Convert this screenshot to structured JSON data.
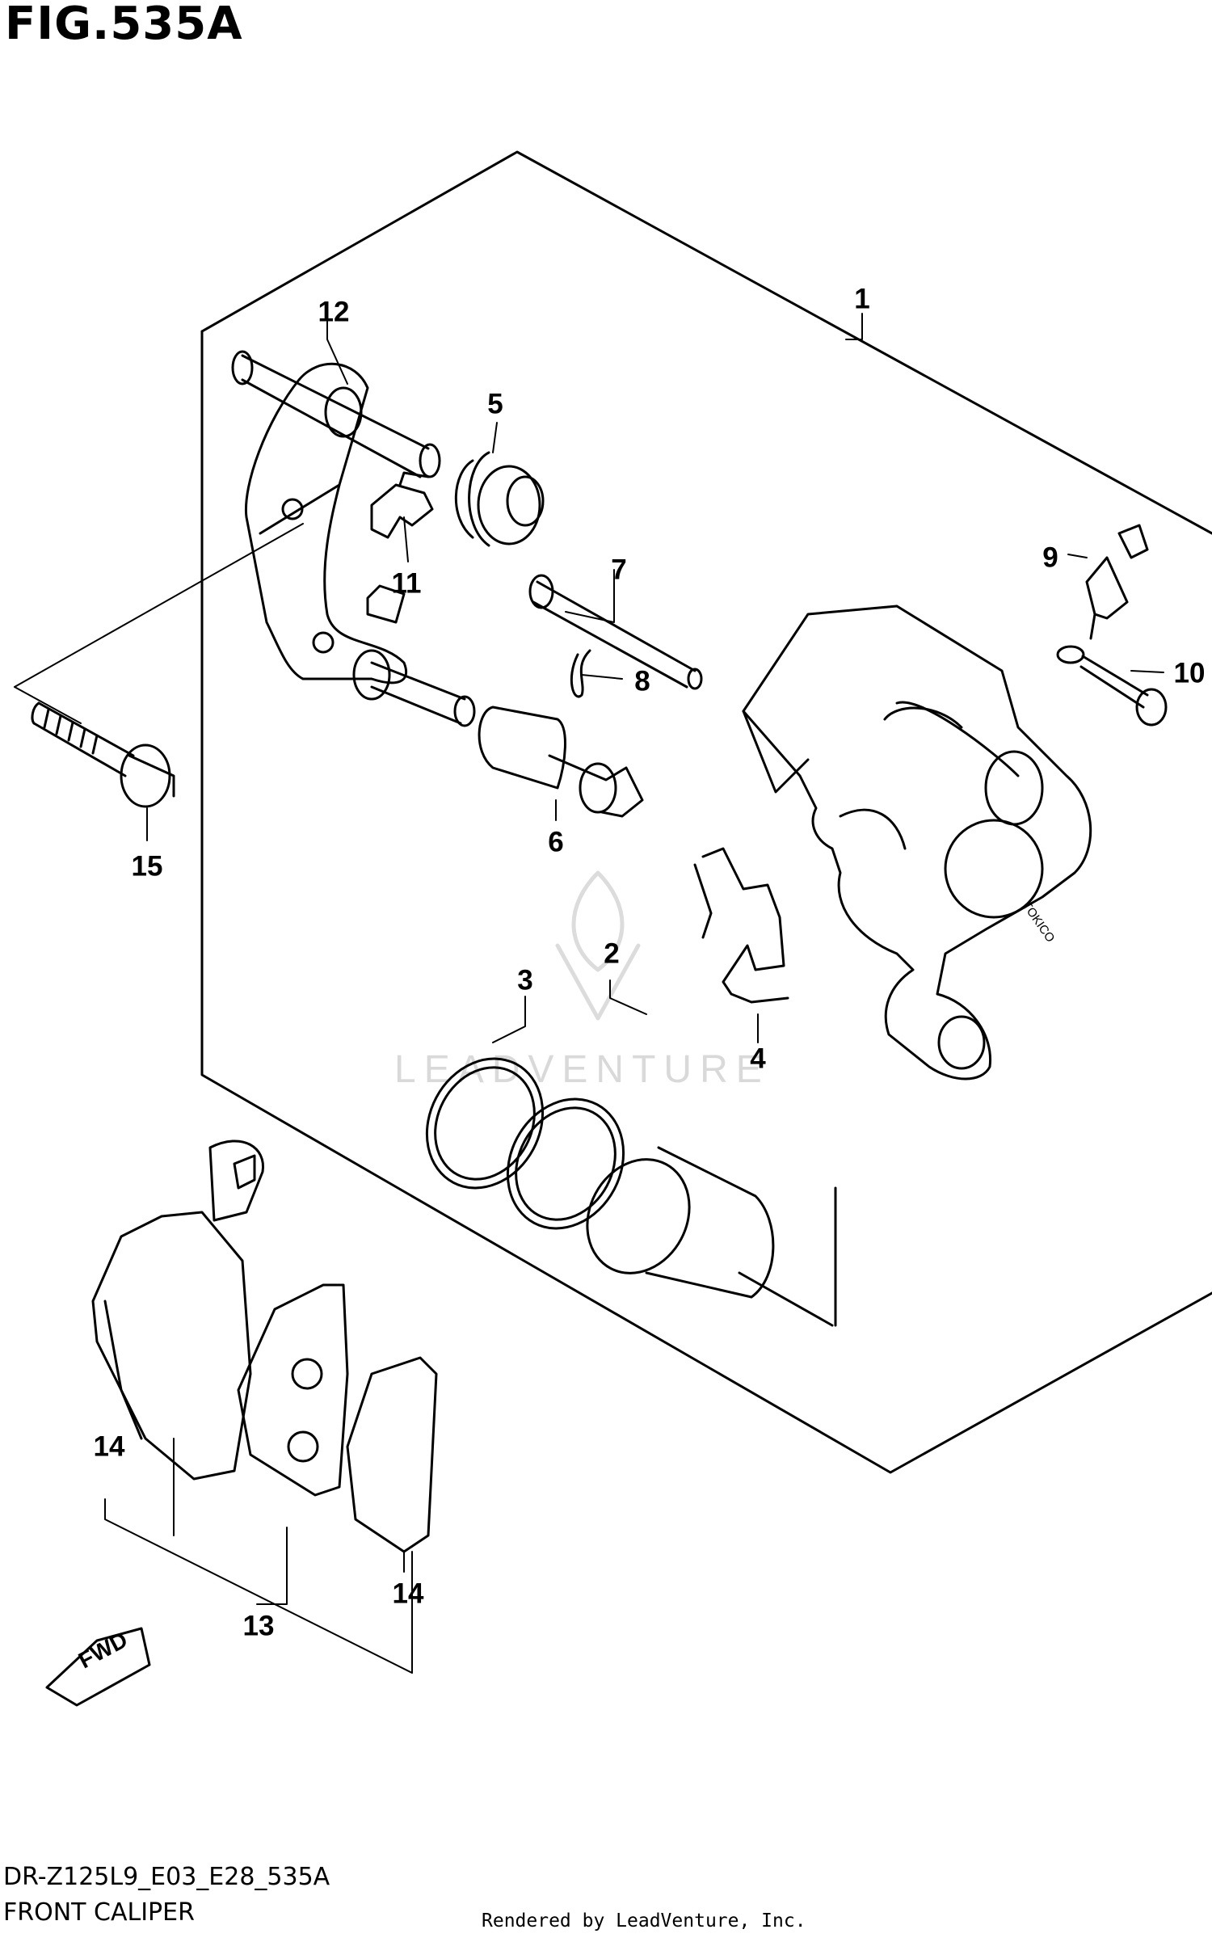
{
  "figure": {
    "title": "FIG.535A"
  },
  "footer": {
    "model_code": "DR-Z125L9_E03_E28_535A",
    "figure_name": "FRONT CALIPER",
    "credit": "Rendered by LeadVenture, Inc."
  },
  "watermark": {
    "text": "LEADVENTURE"
  },
  "fwd_arrow": {
    "label": "FWD"
  },
  "caliper": {
    "brand_text": "TOKICO"
  },
  "callouts": {
    "c1": "1",
    "c2": "2",
    "c3": "3",
    "c4": "4",
    "c5": "5",
    "c6": "6",
    "c7": "7",
    "c8": "8",
    "c9": "9",
    "c10": "10",
    "c11": "11",
    "c12": "12",
    "c13": "13",
    "c14a": "14",
    "c14b": "14",
    "c15": "15"
  }
}
